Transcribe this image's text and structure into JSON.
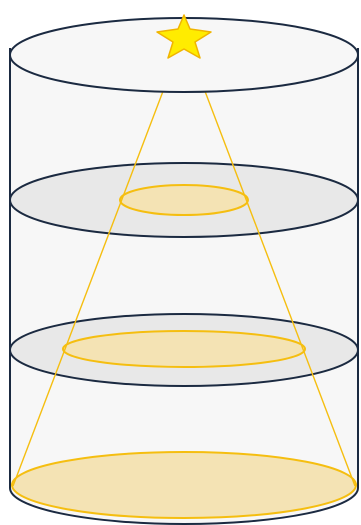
{
  "diagram": {
    "kind": "cylinder-with-light-cone",
    "source": "star",
    "cross_sections": 2,
    "colors": {
      "background": "#f7f7f7",
      "outline": "#1b2a41",
      "shelf_fill": "#e8e8e8",
      "light_fill": "#f4e3b4",
      "light_stroke": "#f5be10",
      "star_fill": "#ffec00",
      "star_stroke": "#f0b400"
    }
  }
}
